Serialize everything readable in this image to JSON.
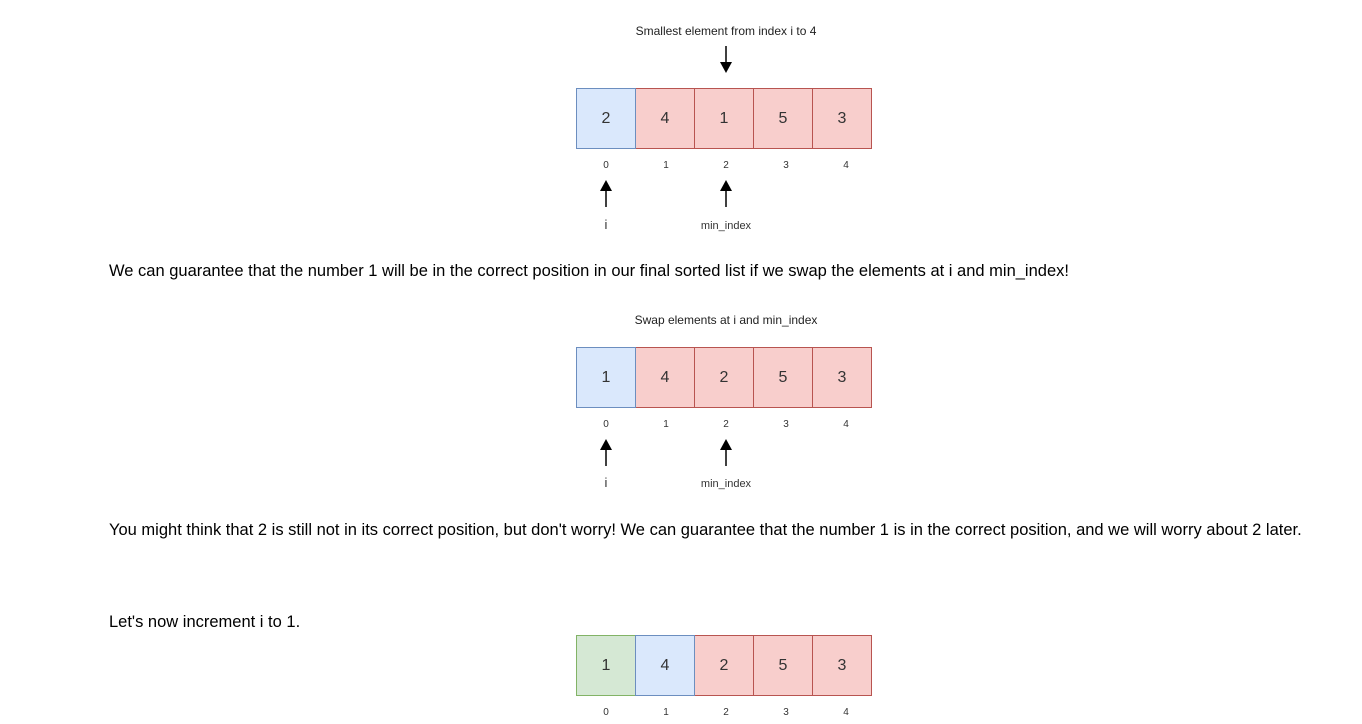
{
  "diagrams": [
    {
      "caption": "Smallest element from index i to 4",
      "cells": [
        {
          "value": "2",
          "color": "blue"
        },
        {
          "value": "4",
          "color": "red"
        },
        {
          "value": "1",
          "color": "red"
        },
        {
          "value": "5",
          "color": "red"
        },
        {
          "value": "3",
          "color": "red"
        }
      ],
      "indices": [
        "0",
        "1",
        "2",
        "3",
        "4"
      ],
      "pointers": [
        {
          "label": "i",
          "index": 0
        },
        {
          "label": "min_index",
          "index": 2
        }
      ]
    },
    {
      "caption": "Swap elements at i and min_index",
      "cells": [
        {
          "value": "1",
          "color": "blue"
        },
        {
          "value": "4",
          "color": "red"
        },
        {
          "value": "2",
          "color": "red"
        },
        {
          "value": "5",
          "color": "red"
        },
        {
          "value": "3",
          "color": "red"
        }
      ],
      "indices": [
        "0",
        "1",
        "2",
        "3",
        "4"
      ],
      "pointers": [
        {
          "label": "i",
          "index": 0
        },
        {
          "label": "min_index",
          "index": 2
        }
      ]
    },
    {
      "cells": [
        {
          "value": "1",
          "color": "green"
        },
        {
          "value": "4",
          "color": "blue"
        },
        {
          "value": "2",
          "color": "red"
        },
        {
          "value": "5",
          "color": "red"
        },
        {
          "value": "3",
          "color": "red"
        }
      ],
      "indices": [
        "0",
        "1",
        "2",
        "3",
        "4"
      ]
    }
  ],
  "paragraphs": [
    "We can guarantee that the number 1 will be in the correct position in our final sorted list if we swap the elements at i and min_index!",
    "You might think that 2 is still not in its correct position, but don't worry! We can guarantee that the number 1 is in the correct position, and we will worry about 2 later.",
    "Let's now increment i to 1."
  ],
  "colors": {
    "red_fill": "#f8cecc",
    "red_border": "#b85450",
    "blue_fill": "#dae8fc",
    "blue_border": "#6c8ebf",
    "green_fill": "#d5e8d4",
    "green_border": "#82b366"
  }
}
